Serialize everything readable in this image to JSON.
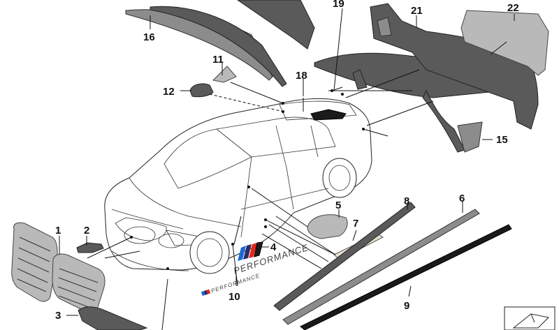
{
  "callouts": {
    "c1": "1",
    "c2": "2",
    "c3": "3",
    "c4": "4",
    "c5": "5",
    "c6": "6",
    "c7": "7",
    "c8": "8",
    "c9": "9",
    "c10": "10",
    "c11": "11",
    "c12": "12",
    "c15": "15",
    "c16": "16",
    "c18": "18",
    "c19": "19",
    "c21": "21",
    "c22": "22"
  },
  "logo": {
    "main": "PERFORMANCE",
    "small": "PERFORMANCE"
  },
  "colors": {
    "part_dark": "#5a5a5a",
    "part_black": "#1a1a1a",
    "m_blue": "#1c69d4",
    "m_darkblue": "#2b2a6b",
    "m_red": "#e22718"
  }
}
